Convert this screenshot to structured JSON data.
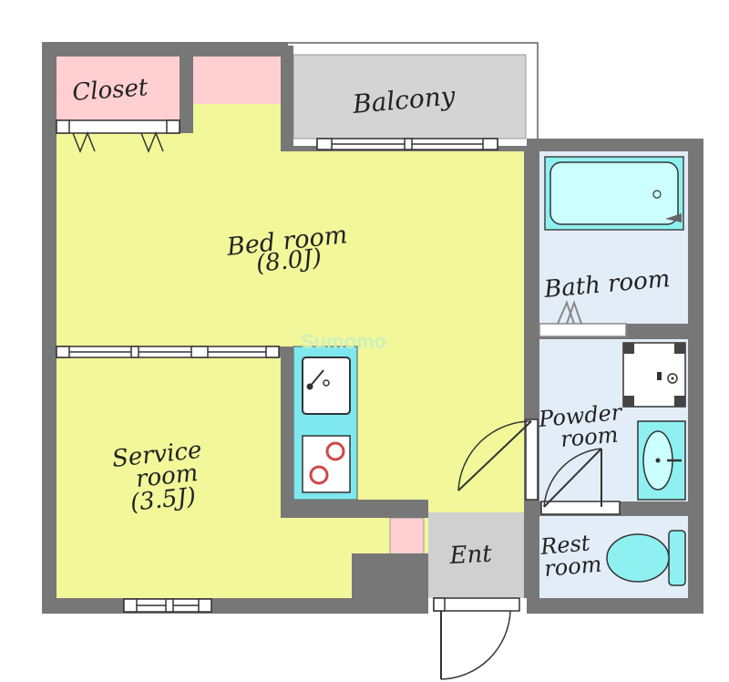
{
  "labels": {
    "closet": "Closet",
    "balcony": "Balcony",
    "bedroom_name": "Bed room",
    "bedroom_size": "(8.0J)",
    "service_name": "Service",
    "service_line2": "room",
    "service_size": "(3.5J)",
    "bath": "Bath room",
    "powder_line1": "Powder",
    "powder_line2": "room",
    "rest_line1": "Rest",
    "rest_line2": "room",
    "entrance": "Ent"
  },
  "watermark": "Sumomo",
  "colors": {
    "wall": "#777777",
    "room_floor": "#f2f79a",
    "closet": "#ffcfd2",
    "balcony": "#d4d4d4",
    "wet_area": "#e2edf8",
    "fixture": "#8ef0f0",
    "entrance": "#d0d0d0",
    "watermark": "#c8f0c0"
  }
}
